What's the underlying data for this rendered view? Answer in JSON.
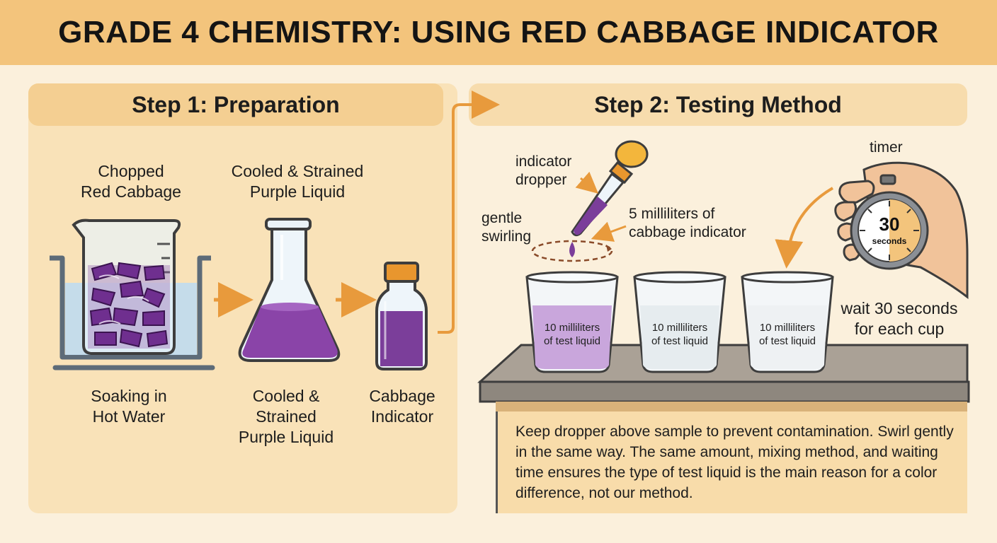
{
  "title": "GRADE 4 CHEMISTRY: USING RED CABBAGE INDICATOR",
  "step1": {
    "title": "Step 1: Preparation",
    "label_chopped": "Chopped\nRed Cabbage",
    "label_cooled_top": "Cooled & Strained\nPurple Liquid",
    "label_soaking": "Soaking in\nHot Water",
    "label_cooled_bottom": "Cooled &\nStrained\nPurple Liquid",
    "label_indicator": "Cabbage\nIndicator"
  },
  "step2": {
    "title": "Step 2: Testing Method",
    "label_dropper": "indicator\ndropper",
    "label_swirling": "gentle\nswirling",
    "label_amount": "5 milliliters of\ncabbage indicator",
    "label_timer": "timer",
    "timer_value": "30",
    "timer_unit": "seconds",
    "label_wait": "wait 30 seconds\nfor each cup",
    "cups": [
      {
        "label": "10 milliliters\nof test liquid",
        "liquid_color": "#c9a6dc"
      },
      {
        "label": "10 milliliters\nof test liquid",
        "liquid_color": "#e6ecef"
      },
      {
        "label": "10 milliliters\nof test liquid",
        "liquid_color": "#eef1f3"
      }
    ],
    "note": "Keep dropper above sample to prevent contamination. Swirl gently in the same way. The same amount, mixing method, and waiting time ensures the type of test liquid is the main reason for a color difference, not our method."
  },
  "colors": {
    "purple": "#7b3e9a",
    "arrow": "#e89a3c",
    "header": "#f3c47c"
  }
}
